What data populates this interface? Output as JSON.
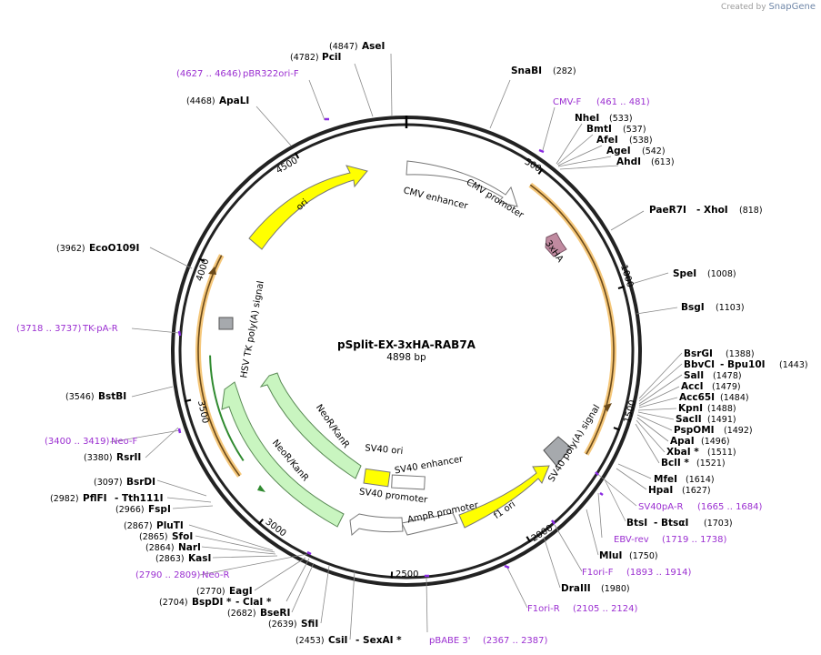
{
  "credit": {
    "prefix": "Created by",
    "brand": "SnapGene"
  },
  "plasmid": {
    "name": "pSplit-EX-3xHA-RAB7A",
    "length_label": "4898 bp",
    "length": 4898
  },
  "ticks": [
    {
      "label": "500",
      "pos": 500
    },
    {
      "label": "1000",
      "pos": 1000
    },
    {
      "label": "1500",
      "pos": 1500
    },
    {
      "label": "2000",
      "pos": 2000
    },
    {
      "label": "2500",
      "pos": 2500
    },
    {
      "label": "3000",
      "pos": 3000
    },
    {
      "label": "3500",
      "pos": 3500
    },
    {
      "label": "4000",
      "pos": 4000
    },
    {
      "label": "4500",
      "pos": 4500
    }
  ],
  "features": [
    {
      "label": "CMV enhancer",
      "color": "#ffffff"
    },
    {
      "label": "CMV promoter",
      "color": "#ffffff"
    },
    {
      "label": "3xHA",
      "color": "#c08aa0"
    },
    {
      "label": "SV40 poly(A) signal",
      "color": "#a6a9ad"
    },
    {
      "label": "f1 ori",
      "color": "#ffff00"
    },
    {
      "label": "AmpR promoter",
      "color": "#ffffff"
    },
    {
      "label": "SV40 promoter",
      "color": "#ffffff"
    },
    {
      "label": "SV40 ori",
      "color": "#ffff00"
    },
    {
      "label": "SV40 enhancer",
      "color": "#ffffff"
    },
    {
      "label": "NeoR/KanR",
      "color": "#c9f5c0"
    },
    {
      "label": "NeoR/KanR",
      "color": "#c9f5c0"
    },
    {
      "label": "HSV TK poly(A) signal",
      "color": "#a6a9ad"
    },
    {
      "label": "ori",
      "color": "#ffff00"
    }
  ],
  "enzymes": [
    {
      "name": "AseI",
      "pos": "(4847)"
    },
    {
      "name": "PciI",
      "pos": "(4782)"
    },
    {
      "name": "ApaLI",
      "pos": "(4468)"
    },
    {
      "name": "SnaBI",
      "pos": "(282)"
    },
    {
      "name": "NheI",
      "pos": "(533)"
    },
    {
      "name": "BmtI",
      "pos": "(537)"
    },
    {
      "name": "AfeI",
      "pos": "(538)"
    },
    {
      "name": "AgeI",
      "pos": "(542)"
    },
    {
      "name": "AhdI",
      "pos": "(613)"
    },
    {
      "name": "PaeR7I",
      "sep": "- XhoI",
      "pos": "(818)"
    },
    {
      "name": "SpeI",
      "pos": "(1008)"
    },
    {
      "name": "BsgI",
      "pos": "(1103)"
    },
    {
      "name": "BsrGI",
      "pos": "(1388)"
    },
    {
      "name": "BbvCI",
      "sep": "- Bpu10I",
      "pos": "(1443)"
    },
    {
      "name": "SalI",
      "pos": "(1478)"
    },
    {
      "name": "AccI",
      "pos": "(1479)"
    },
    {
      "name": "Acc65I",
      "pos": "(1484)"
    },
    {
      "name": "KpnI",
      "pos": "(1488)"
    },
    {
      "name": "SacII",
      "pos": "(1491)"
    },
    {
      "name": "PspOMI",
      "pos": "(1492)"
    },
    {
      "name": "ApaI",
      "pos": "(1496)"
    },
    {
      "name": "XbaI *",
      "pos": "(1511)"
    },
    {
      "name": "BclI *",
      "pos": "(1521)"
    },
    {
      "name": "MfeI",
      "pos": "(1614)"
    },
    {
      "name": "HpaI",
      "pos": "(1627)"
    },
    {
      "name": "BtsI",
      "sep": "- BtsαI",
      "pos": "(1703)"
    },
    {
      "name": "MluI",
      "pos": "(1750)"
    },
    {
      "name": "DraIII",
      "pos": "(1980)"
    },
    {
      "name": "EcoO109I",
      "pos": "(3962)"
    },
    {
      "name": "BstBI",
      "pos": "(3546)"
    },
    {
      "name": "RsrII",
      "pos": "(3380)"
    },
    {
      "name": "BsrDI",
      "pos": "(3097)"
    },
    {
      "name": "PflFI",
      "sep": "- Tth111I",
      "pos": "(2982)"
    },
    {
      "name": "FspI",
      "pos": "(2966)"
    },
    {
      "name": "PluTI",
      "pos": "(2867)"
    },
    {
      "name": "SfoI",
      "pos": "(2865)"
    },
    {
      "name": "NarI",
      "pos": "(2864)"
    },
    {
      "name": "KasI",
      "pos": "(2863)"
    },
    {
      "name": "EagI",
      "pos": "(2770)"
    },
    {
      "name": "BspDI *",
      "sep": "- ClaI *",
      "pos": "(2704)"
    },
    {
      "name": "BseRI",
      "pos": "(2682)"
    },
    {
      "name": "SfiI",
      "pos": "(2639)"
    },
    {
      "name": "CsiI",
      "sep": "- SexAI *",
      "pos": "(2453)"
    }
  ],
  "primers": [
    {
      "name": "pBR322ori-F",
      "range": "(4627 .. 4646)"
    },
    {
      "name": "CMV-F",
      "range": "(461 .. 481)"
    },
    {
      "name": "TK-pA-R",
      "range": "(3718 .. 3737)"
    },
    {
      "name": "Neo-F",
      "range": "(3400 .. 3419)"
    },
    {
      "name": "Neo-R",
      "range": "(2790 .. 2809)"
    },
    {
      "name": "SV40pA-R",
      "range": "(1665 .. 1684)"
    },
    {
      "name": "EBV-rev",
      "range": "(1719 .. 1738)"
    },
    {
      "name": "F1ori-F",
      "range": "(1893 .. 1914)"
    },
    {
      "name": "F1ori-R",
      "range": "(2105 .. 2124)"
    },
    {
      "name": "pBABE 3'",
      "range": "(2367 .. 2387)"
    }
  ]
}
